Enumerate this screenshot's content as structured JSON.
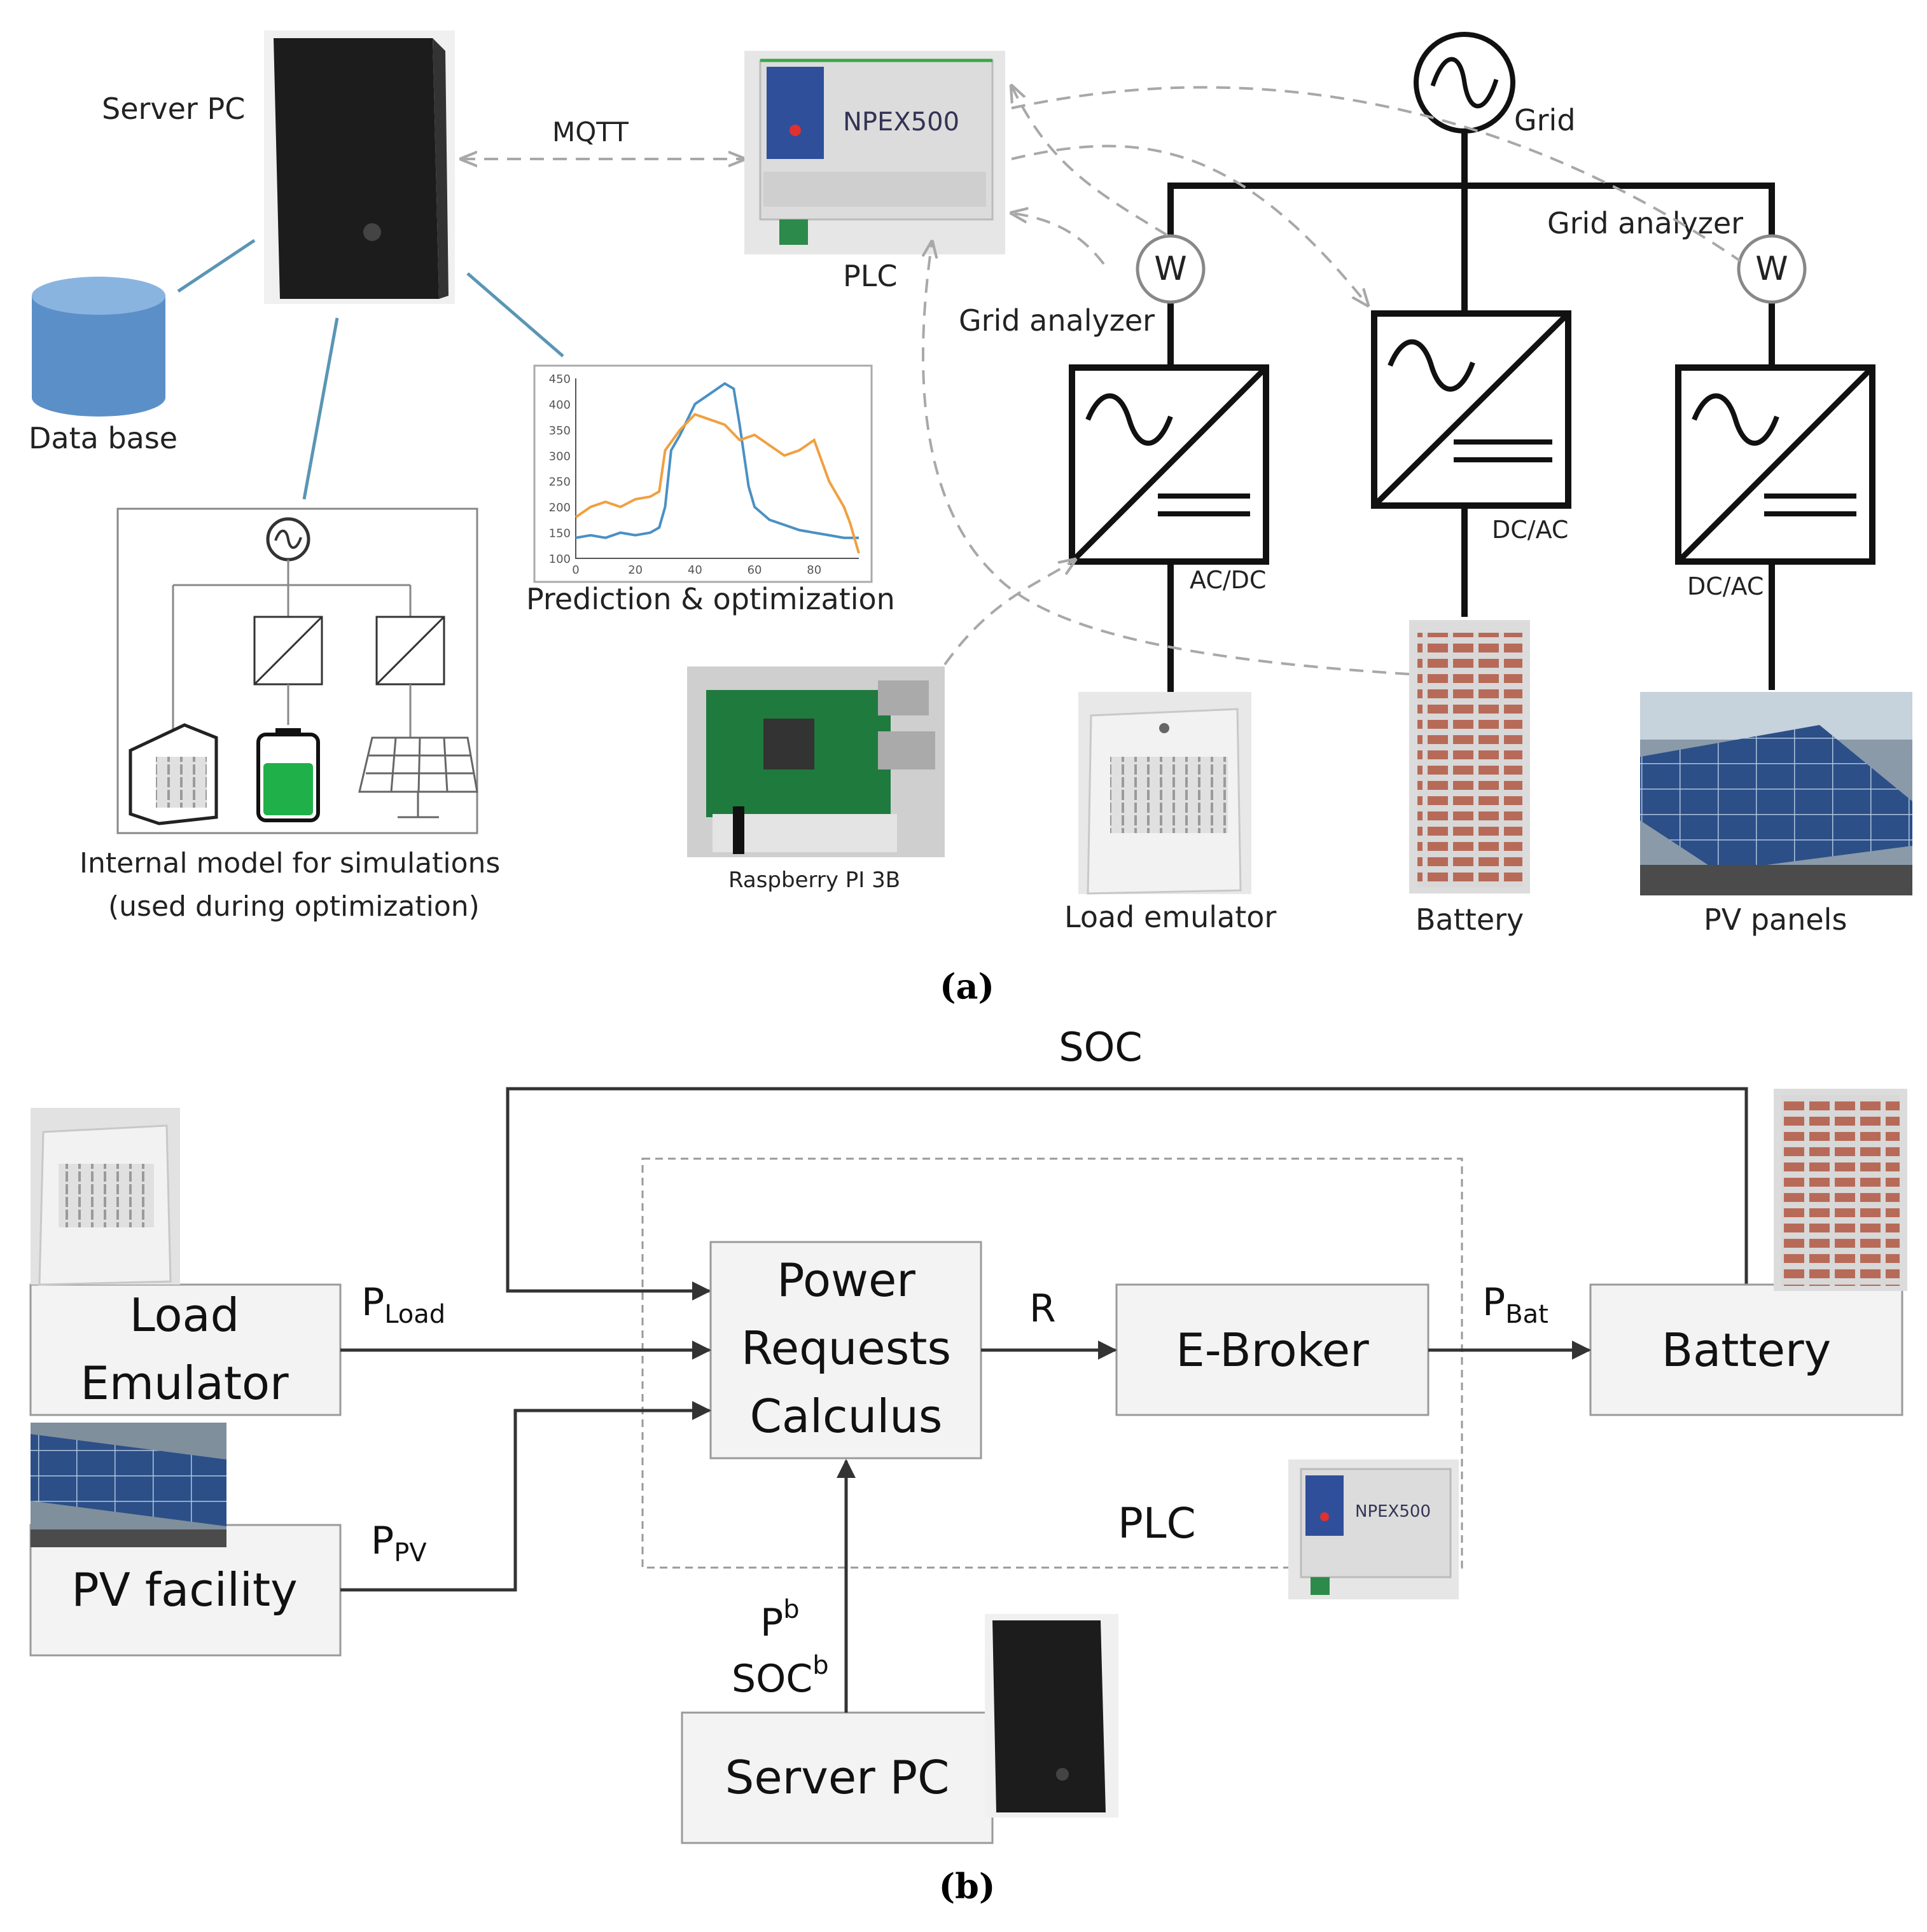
{
  "panel_a": {
    "caption": "(a)",
    "server_pc": "Server PC",
    "mqtt": "MQTT",
    "plc": "PLC",
    "plc_brand": "NPEX500",
    "grid": "Grid",
    "grid_analyzer_left": "Grid analyzer",
    "grid_analyzer_right": "Grid analyzer",
    "wattmeter_symbol": "W",
    "data_base": "Data base",
    "prediction": "Prediction & optimization",
    "internal_model_line1": "Internal model for simulations",
    "internal_model_line2": "(used during optimization)",
    "raspberry": "Raspberry PI 3B",
    "conv_load": "AC/DC",
    "conv_battery": "DC/AC",
    "conv_pv": "DC/AC",
    "load_emulator": "Load emulator",
    "battery": "Battery",
    "pv_panels": "PV panels"
  },
  "panel_b": {
    "caption": "(b)",
    "soc": "SOC",
    "load_line1": "Load",
    "load_line2": "Emulator",
    "pv_facility": "PV facility",
    "power_line1": "Power",
    "power_line2": "Requests",
    "power_line3": "Calculus",
    "e_broker": "E-Broker",
    "battery": "Battery",
    "server_pc": "Server PC",
    "plc": "PLC",
    "r": "R",
    "p": "P",
    "load_sub": "Load",
    "pv_sub": "PV",
    "bat_sub": "Bat",
    "p_b": "P",
    "soc_b": "SOC",
    "sup_b": "b"
  },
  "chart_data": {
    "type": "line",
    "xlim": [
      0,
      95
    ],
    "ylim": [
      100,
      450
    ],
    "x_ticks": [
      "0",
      "20",
      "40",
      "60",
      "80"
    ],
    "y_ticks": [
      "100",
      "150",
      "200",
      "250",
      "300",
      "350",
      "400",
      "450"
    ],
    "series": [
      {
        "color": "#4a90c4",
        "x": [
          0,
          5,
          10,
          15,
          20,
          25,
          28,
          30,
          32,
          35,
          40,
          45,
          50,
          53,
          55,
          58,
          60,
          65,
          70,
          75,
          80,
          85,
          90,
          95
        ],
        "values": [
          140,
          145,
          140,
          150,
          145,
          150,
          160,
          200,
          310,
          340,
          400,
          420,
          440,
          430,
          360,
          240,
          200,
          175,
          165,
          155,
          150,
          145,
          140,
          140
        ]
      },
      {
        "color": "#f0a040",
        "x": [
          0,
          5,
          10,
          15,
          20,
          25,
          28,
          30,
          35,
          40,
          45,
          50,
          55,
          60,
          65,
          70,
          75,
          80,
          85,
          90,
          92,
          95
        ],
        "values": [
          180,
          200,
          210,
          200,
          215,
          220,
          230,
          310,
          350,
          380,
          370,
          360,
          330,
          340,
          320,
          300,
          310,
          330,
          250,
          200,
          170,
          110
        ]
      }
    ]
  }
}
